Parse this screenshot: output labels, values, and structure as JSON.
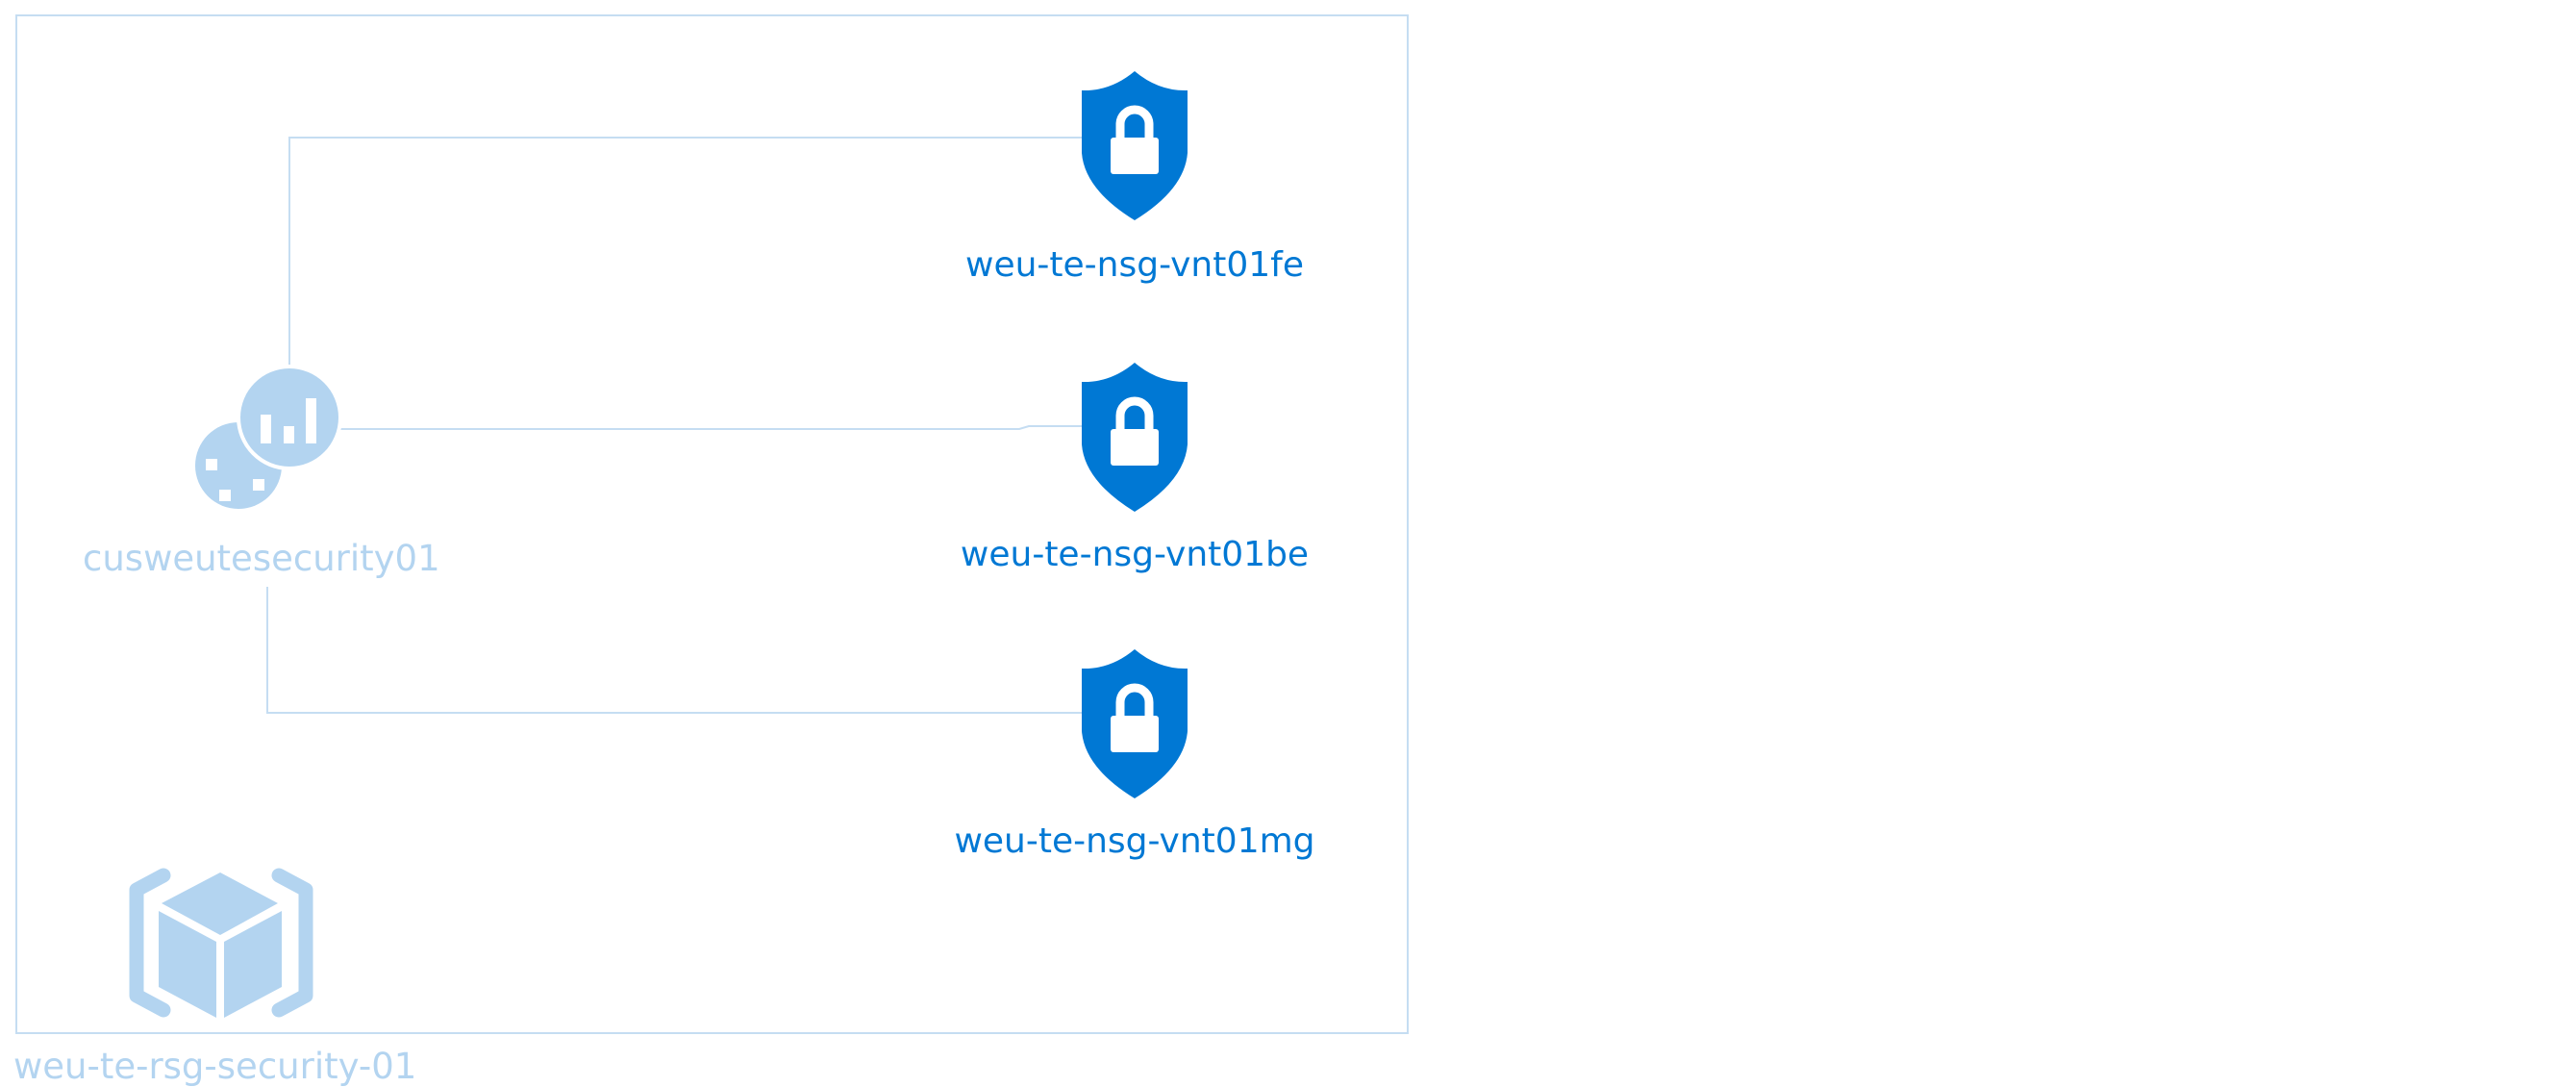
{
  "resource_group": {
    "name": "weu-te-rsg-security-01",
    "icon": "resource-group-cube-icon"
  },
  "workspace": {
    "name": "cusweutesecurity01",
    "icon": "log-analytics-workspace-icon"
  },
  "nsgs": [
    {
      "name": "weu-te-nsg-vnt01fe",
      "icon": "network-security-group-shield-icon"
    },
    {
      "name": "weu-te-nsg-vnt01be",
      "icon": "network-security-group-shield-icon"
    },
    {
      "name": "weu-te-nsg-vnt01mg",
      "icon": "network-security-group-shield-icon"
    }
  ],
  "colors": {
    "primary_blue": "#0078d4",
    "light_blue": "#b3d4f0",
    "connector": "#c5ddf2",
    "frame": "#c5ddf2"
  }
}
